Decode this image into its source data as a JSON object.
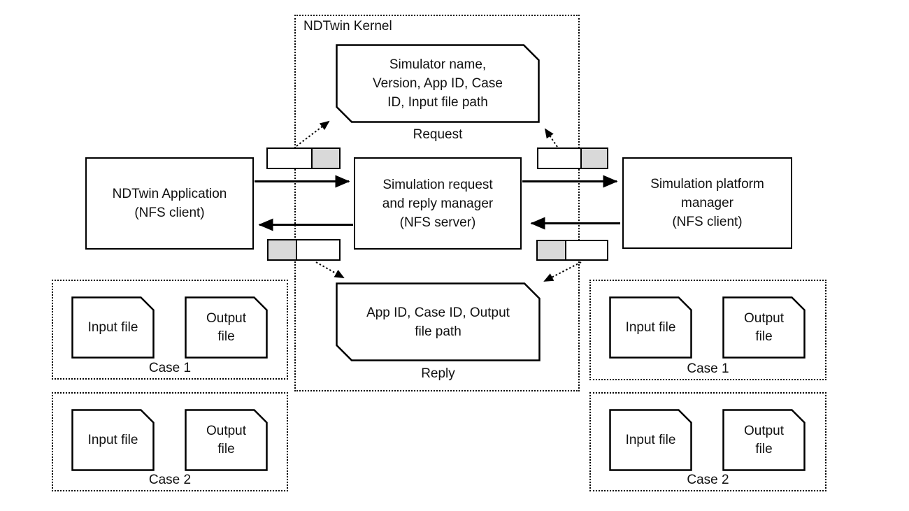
{
  "kernel": {
    "label": "NDTwin Kernel"
  },
  "notes": {
    "request": {
      "lines": [
        "Simulator name,",
        "Version, App ID, Case",
        "ID, Input file path"
      ],
      "caption": "Request"
    },
    "reply": {
      "lines": [
        "App ID, Case ID, Output",
        "file path"
      ],
      "caption": "Reply"
    }
  },
  "nodes": {
    "app": {
      "lines": [
        "NDTwin Application",
        "(NFS client)"
      ]
    },
    "manager": {
      "lines": [
        "Simulation request",
        "and reply manager",
        "(NFS server)"
      ]
    },
    "platform": {
      "lines": [
        "Simulation platform",
        "manager",
        "(NFS client)"
      ]
    }
  },
  "cases": [
    {
      "side": "left",
      "label": "Case 1",
      "files": [
        "Input file",
        "Output file"
      ]
    },
    {
      "side": "left",
      "label": "Case 2",
      "files": [
        "Input file",
        "Output file"
      ]
    },
    {
      "side": "right",
      "label": "Case 1",
      "files": [
        "Input file",
        "Output file"
      ]
    },
    {
      "side": "right",
      "label": "Case 2",
      "files": [
        "Input file",
        "Output file"
      ]
    }
  ],
  "colors": {
    "stroke": "#000000",
    "gray_fill": "#d9d9d9",
    "background": "#ffffff"
  }
}
